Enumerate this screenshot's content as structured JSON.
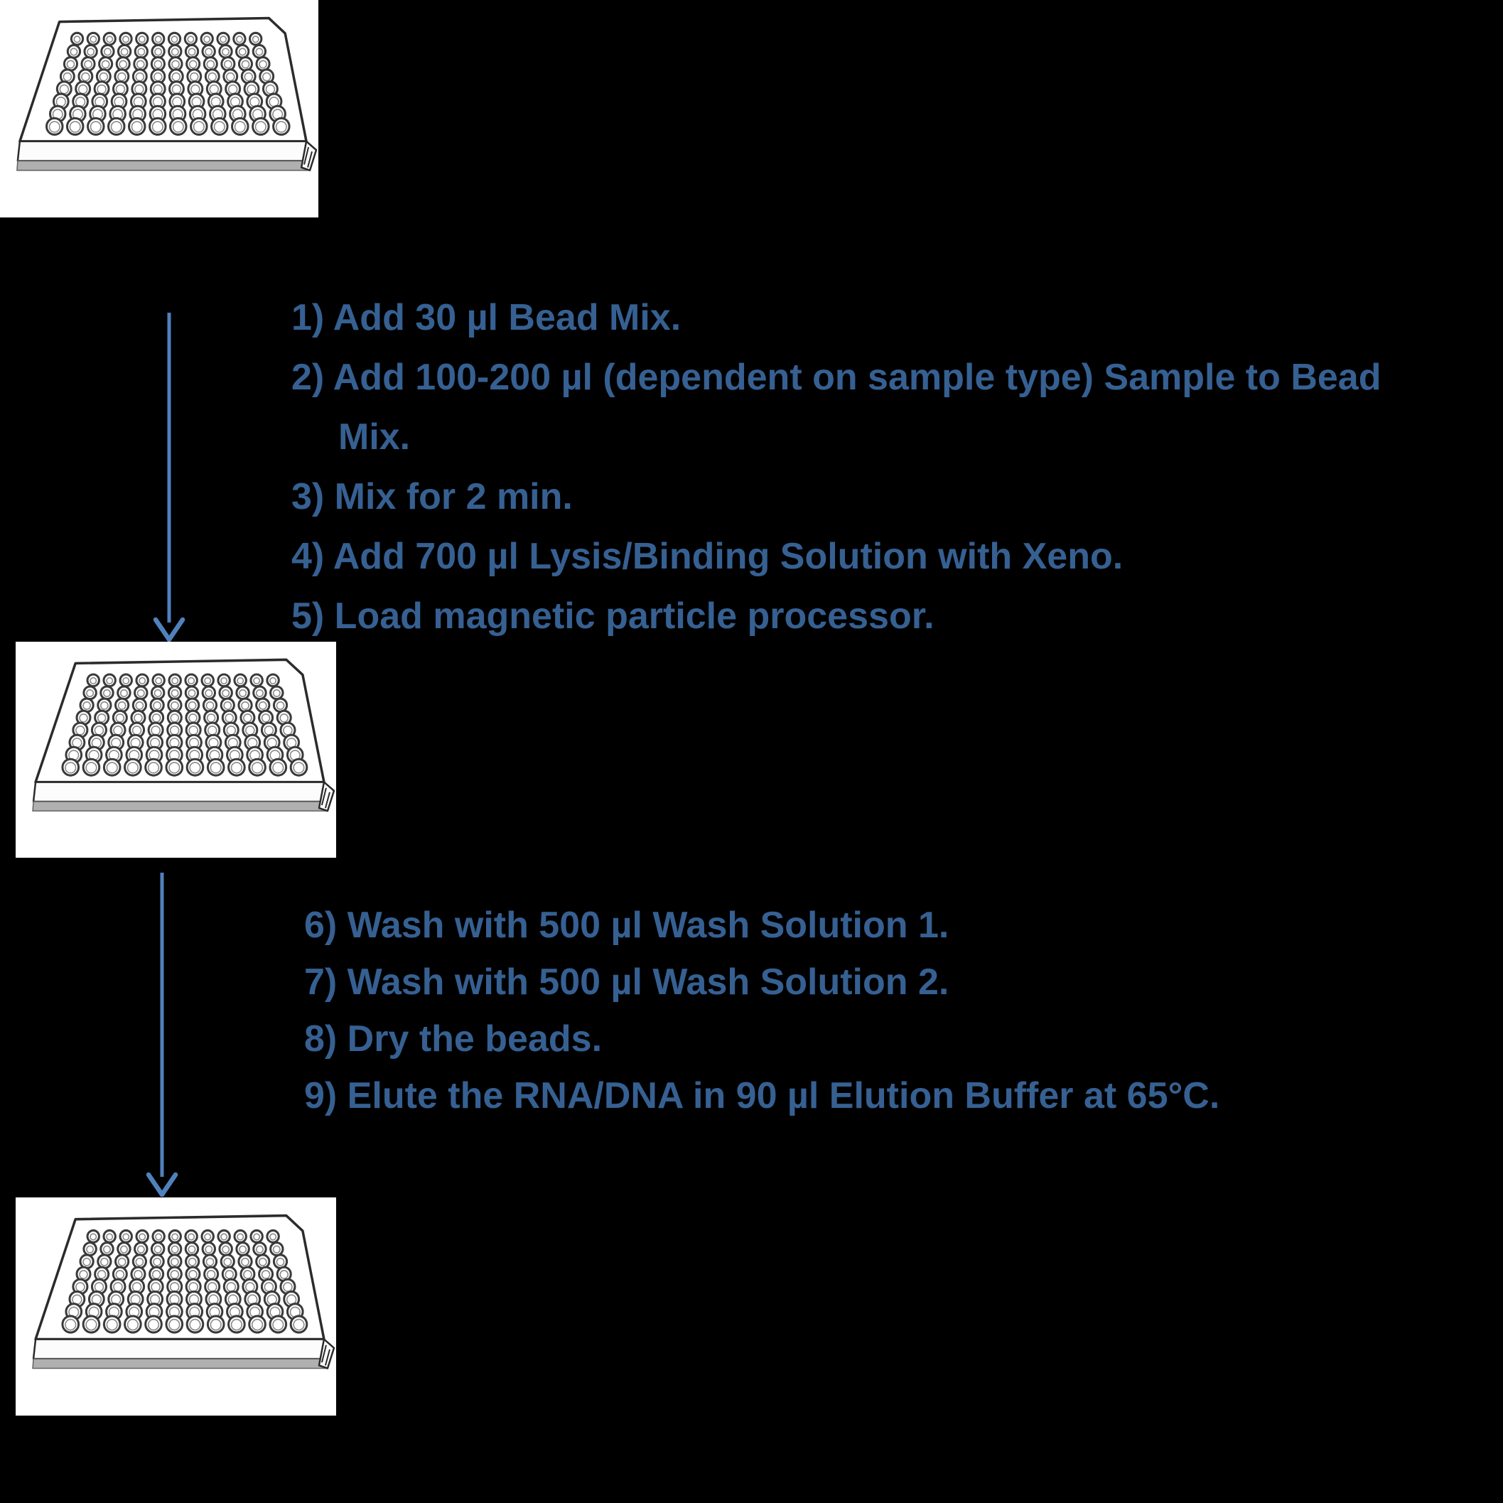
{
  "diagram": {
    "title_hidden": "",
    "steps_block_1": {
      "lines": [
        {
          "text": "1) Add 30 µl Bead Mix.",
          "indent": false
        },
        {
          "text": "2) Add 100-200 µl (dependent on sample type) Sample to Bead",
          "indent": false
        },
        {
          "text": "Mix.",
          "indent": true
        },
        {
          "text": "3) Mix for 2 min.",
          "indent": false
        },
        {
          "text": "4) Add 700 µl Lysis/Binding Solution with Xeno.",
          "indent": false
        },
        {
          "text": "5) Load magnetic particle processor.",
          "indent": false
        }
      ]
    },
    "steps_block_2": {
      "lines": [
        {
          "text": "6) Wash with 500 µl Wash Solution 1."
        },
        {
          "text": "7) Wash with 500 µl Wash Solution 2."
        },
        {
          "text": "8) Dry the beads."
        },
        {
          "text": "9) Elute the RNA/DNA in 90 µl Elution Buffer at 65°C."
        }
      ]
    },
    "icons": {
      "plate": "96-well-microplate-icon",
      "arrow": "down-arrow-icon"
    },
    "colors": {
      "background": "#000000",
      "step_text": "#366092",
      "arrow": "#4F81BD",
      "plate_background": "#FFFFFF",
      "plate_outline": "#2B2B2B"
    }
  }
}
